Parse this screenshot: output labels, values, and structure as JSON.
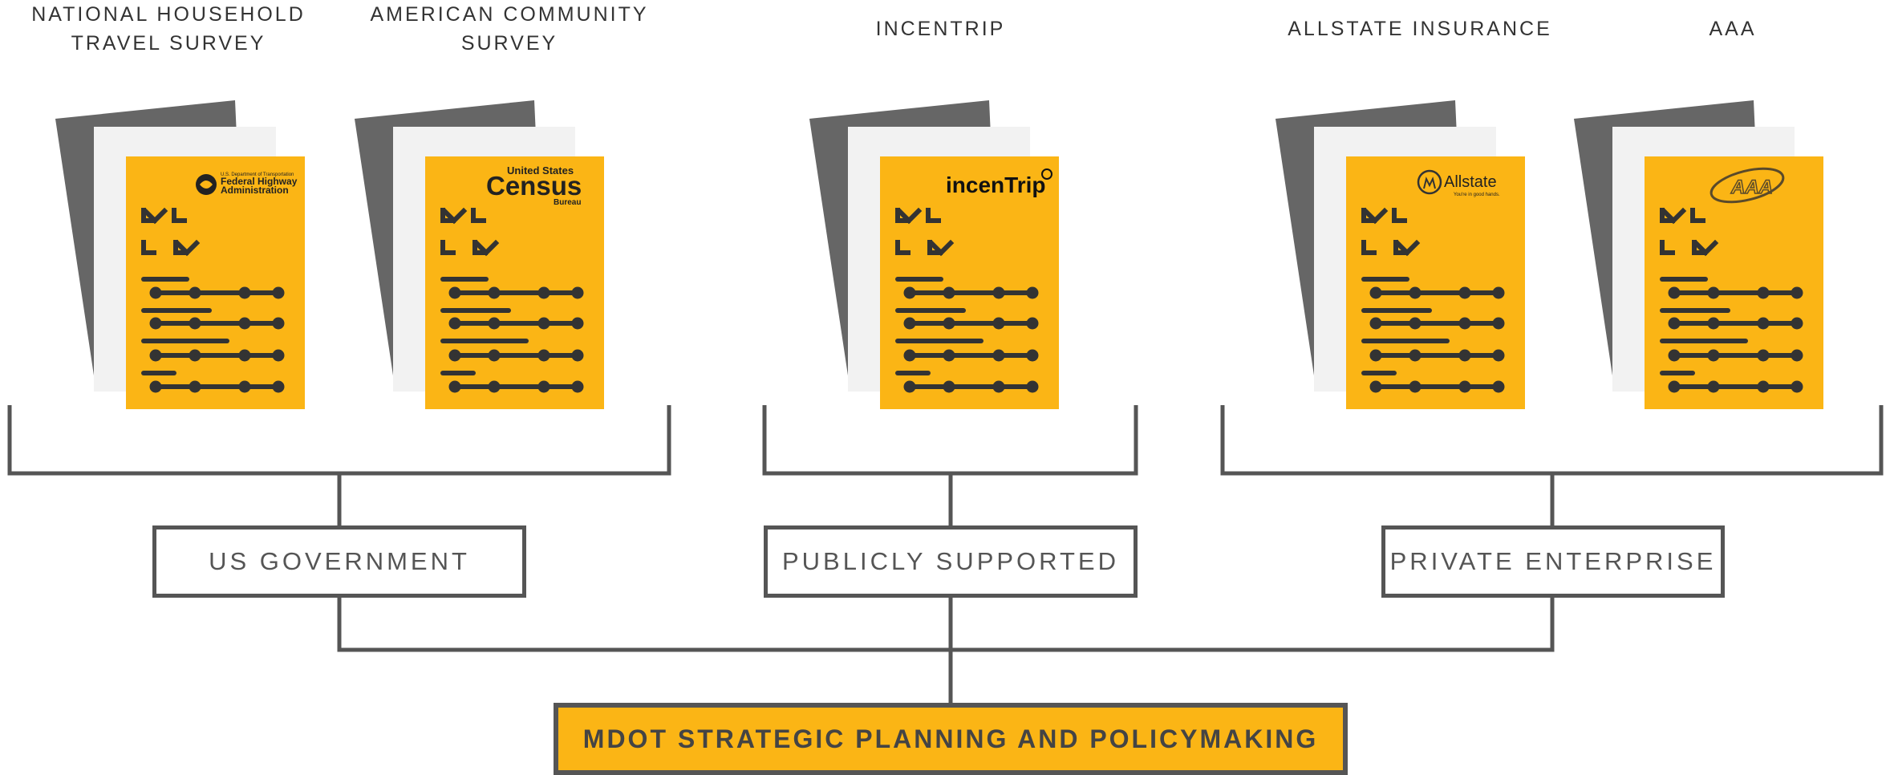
{
  "sources": [
    {
      "label": "NATIONAL HOUSEHOLD\nTRAVEL SURVEY",
      "logo": "fhwa-logo",
      "logo_text": [
        "U.S. Department of Transportation",
        "Federal Highway",
        "Administration"
      ]
    },
    {
      "label": "AMERICAN COMMUNITY\nSURVEY",
      "logo": "census-logo",
      "logo_text": [
        "United States",
        "Census",
        "Bureau"
      ]
    },
    {
      "label": "INCENTRIP",
      "logo": "incentrip-logo",
      "logo_text": [
        "incenTrip"
      ]
    },
    {
      "label": "ALLSTATE INSURANCE",
      "logo": "allstate-logo",
      "logo_text": [
        "Allstate",
        "You're in good hands."
      ]
    },
    {
      "label": "AAA",
      "logo": "aaa-logo",
      "logo_text": [
        "AAA"
      ]
    }
  ],
  "categories": [
    {
      "label": "US GOVERNMENT"
    },
    {
      "label": "PUBLICLY SUPPORTED"
    },
    {
      "label": "PRIVATE ENTERPRISE"
    }
  ],
  "final": {
    "label": "MDOT STRATEGIC PLANNING AND POLICYMAKING"
  },
  "colors": {
    "accent": "#fbb515",
    "dark_gray": "#666666",
    "light_gray": "#f2f2f2",
    "line": "#555555",
    "ink": "#333333"
  }
}
